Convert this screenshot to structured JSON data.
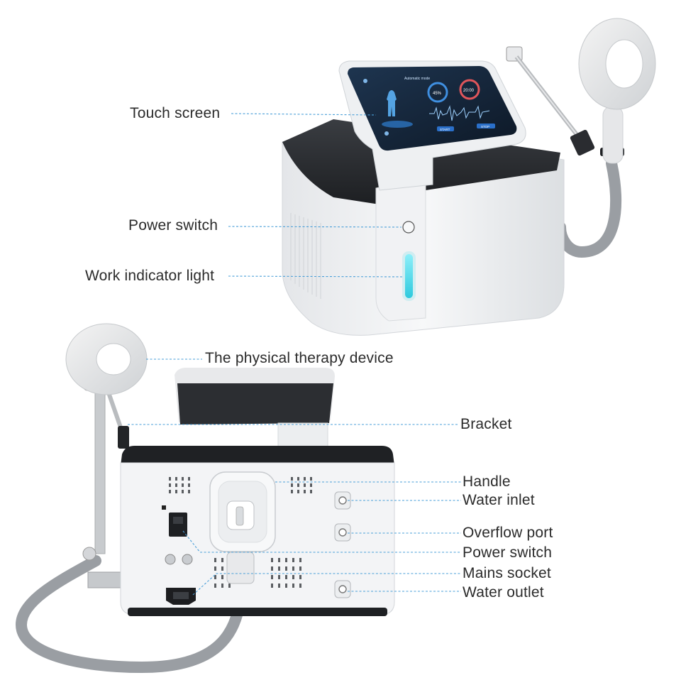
{
  "labels": {
    "touch_screen": "Touch screen",
    "power_switch_front": "Power switch",
    "work_indicator": "Work indicator light",
    "therapy_device": "The physical therapy device",
    "bracket": "Bracket",
    "handle": "Handle",
    "water_inlet": "Water inlet",
    "overflow_port": "Overflow port",
    "power_switch_back": "Power switch",
    "mains_socket": "Mains socket",
    "water_outlet": "Water outlet"
  },
  "screen": {
    "header": "Automatic mode",
    "gauge_left": "45%",
    "gauge_right": "20:00",
    "btn_left": "START",
    "btn_right": "STOP"
  },
  "colors": {
    "leader": "#4a9fd8",
    "indicator": "#3fd6e6",
    "body": "#f2f3f5",
    "top": "#2a2c30",
    "hose": "#9a9ea3"
  }
}
